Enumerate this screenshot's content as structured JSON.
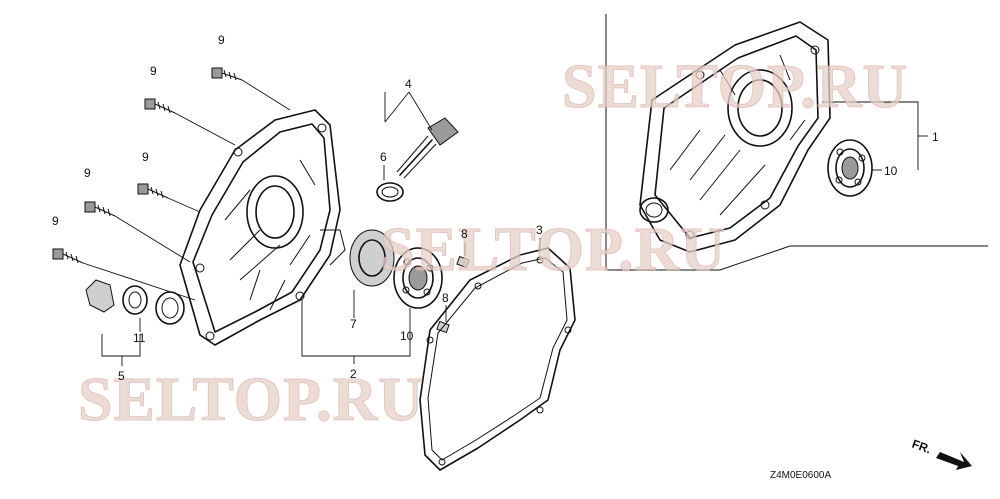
{
  "watermark": {
    "text": "SELTOP.RU"
  },
  "diagram_code": "Z4M0E0600A",
  "front_marker": {
    "label": "FR."
  },
  "callouts": {
    "c1": "1",
    "c2": "2",
    "c3": "3",
    "c4": "4",
    "c5": "5",
    "c6": "6",
    "c7": "7",
    "c8a": "8",
    "c8b": "8",
    "c9a": "9",
    "c9b": "9",
    "c9c": "9",
    "c9d": "9",
    "c9e": "9",
    "c10a": "10",
    "c10b": "10",
    "c11": "11"
  }
}
